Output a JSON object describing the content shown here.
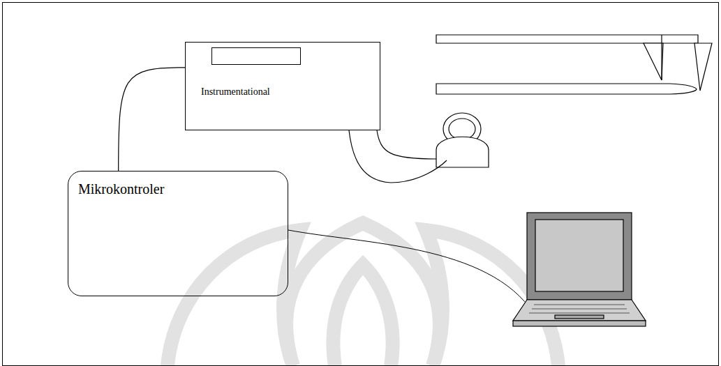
{
  "diagram": {
    "nodes": [
      {
        "text": [
          "Instrumentational"
        ]
      },
      {
        "text": [
          "Mikrokontroler"
        ]
      }
    ],
    "edges": [
      {
        "from": 0,
        "to": 1,
        "arrow": "none"
      }
    ]
  }
}
